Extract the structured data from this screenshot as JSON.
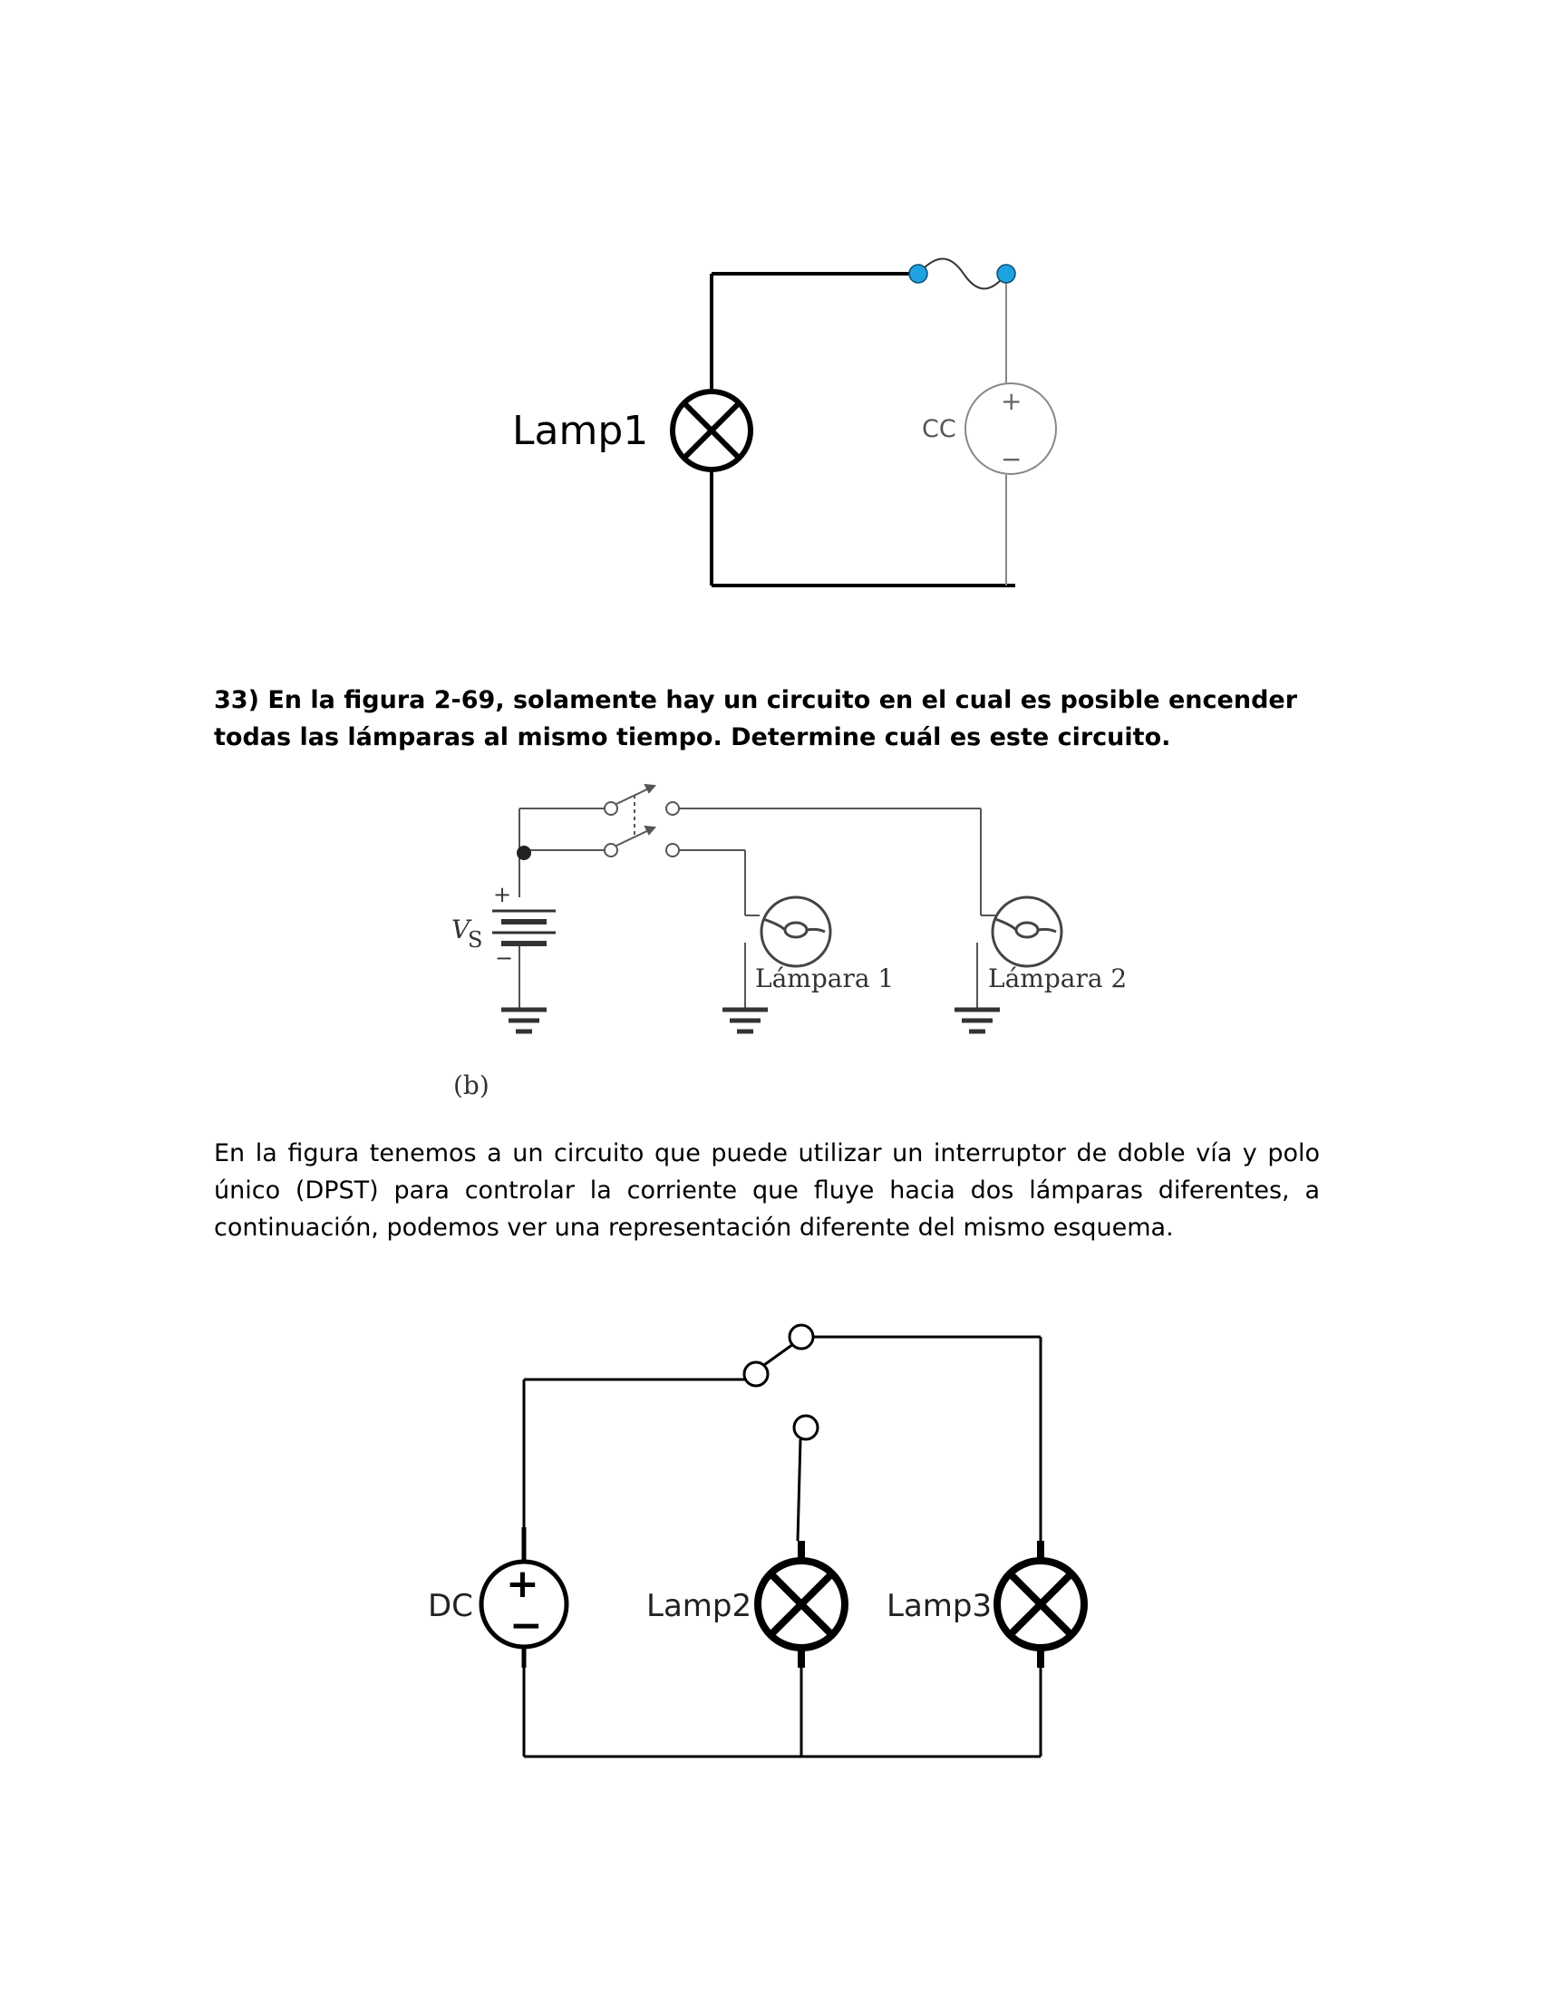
{
  "circuit1": {
    "lamp_label": "Lamp1",
    "source_label": "CC",
    "source_plus": "+",
    "source_minus": "−"
  },
  "question": {
    "text": "33) En la figura 2-69, solamente hay un circuito en el cual es posible encender todas las lámparas al mismo tiempo. Determine cuál es este circuito."
  },
  "figure_b": {
    "source_label": "V",
    "source_subscript": "S",
    "plus_sign": "+",
    "minus_sign": "−",
    "lamp1_label": "Lámpara 1",
    "lamp2_label": "Lámpara 2",
    "caption": "(b)"
  },
  "paragraph": {
    "text": "En la figura tenemos a un circuito que puede utilizar un interruptor de doble vía y polo único (DPST) para controlar la corriente que fluye hacia dos lámparas diferentes, a continuación, podemos ver una representación diferente del mismo esquema."
  },
  "circuit3": {
    "source_label": "DC",
    "source_plus": "+",
    "source_minus": "−",
    "lamp2_label": "Lamp2",
    "lamp3_label": "Lamp3"
  },
  "colors": {
    "terminal_blue": "#1fa3e0",
    "wire": "#000000",
    "figure_wire": "#555555"
  }
}
